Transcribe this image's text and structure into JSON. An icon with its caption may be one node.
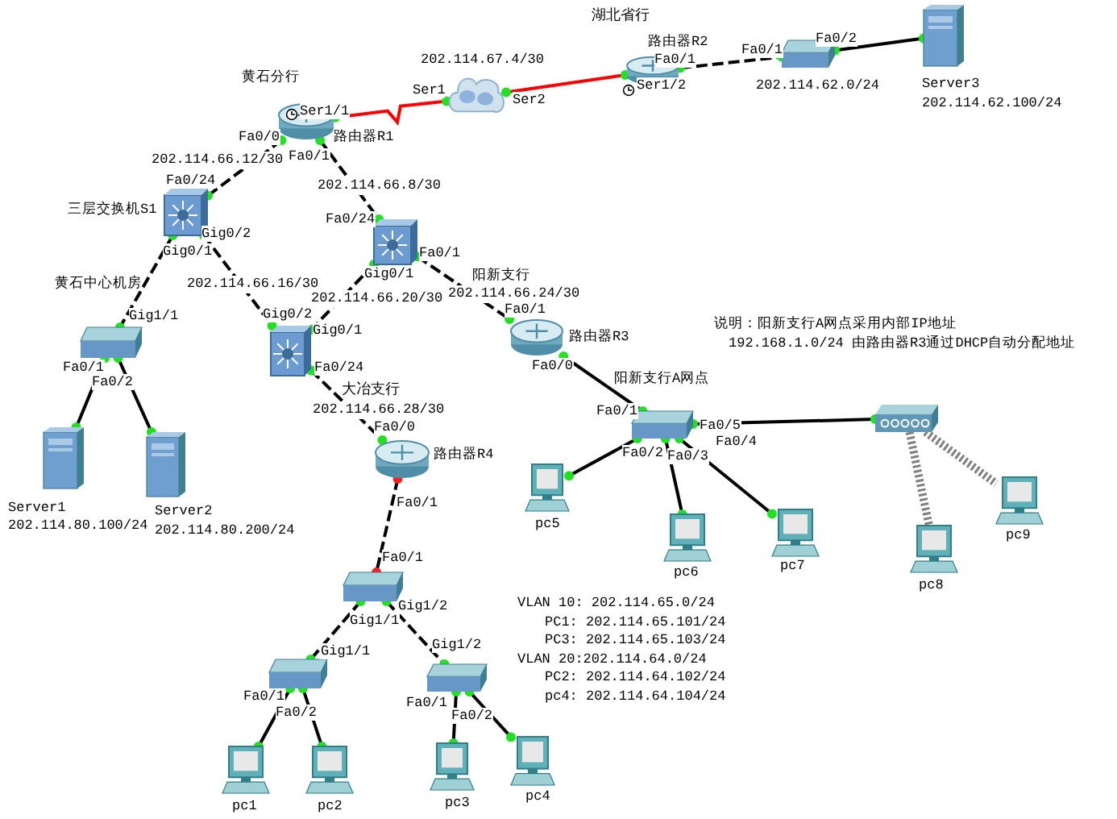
{
  "diagram": {
    "nodes": [
      {
        "text": [
          "黄石分行",
          "路由器R1"
        ]
      },
      {
        "text": [],
        "shape": "cloud"
      },
      {
        "text": [
          "路由器R2"
        ]
      },
      {
        "text": [],
        "shape": "picture"
      },
      {
        "text": [
          "Server3",
          "202.114.62.100/24"
        ]
      },
      {
        "text": [
          "三层交换机S1"
        ]
      },
      {
        "text": [],
        "shape": "picture"
      },
      {
        "text": [
          "黄石中心机房"
        ]
      },
      {
        "text": [
          "Server1",
          "202.114.80.100/24"
        ]
      },
      {
        "text": [
          "Server2",
          "202.114.80.200/24"
        ]
      },
      {
        "text": [],
        "shape": "picture"
      },
      {
        "text": [
          "阳新支行",
          "路由器R3"
        ]
      },
      {
        "text": [
          "阳新支行A网点"
        ]
      },
      {
        "text": [],
        "shape": "picture"
      },
      {
        "text": [
          "路由器R4"
        ]
      },
      {
        "text": [],
        "shape": "picture"
      },
      {
        "text": [],
        "shape": "picture"
      },
      {
        "text": [],
        "shape": "picture"
      },
      {
        "text": [
          "pc1"
        ]
      },
      {
        "text": [
          "pc2"
        ]
      },
      {
        "text": [
          "pc3"
        ]
      },
      {
        "text": [
          "pc4"
        ]
      },
      {
        "text": [
          "pc5"
        ]
      },
      {
        "text": [
          "pc6"
        ]
      },
      {
        "text": [
          "pc7"
        ]
      },
      {
        "text": [
          "pc8"
        ]
      },
      {
        "text": [
          "pc9"
        ]
      }
    ],
    "edges": [
      {
        "from": 0,
        "to": 1,
        "arrow": "none",
        "color": "#ff0000"
      },
      {
        "from": 1,
        "to": 2,
        "arrow": "none",
        "color": "#ff0000"
      },
      {
        "from": 2,
        "to": 3,
        "arrow": "none",
        "style": "dashed"
      },
      {
        "from": 3,
        "to": 4,
        "arrow": "none"
      },
      {
        "from": 0,
        "to": 5,
        "arrow": "none",
        "style": "dashed",
        "label": "202.114.66.12/30"
      },
      {
        "from": 0,
        "to": 6,
        "arrow": "none",
        "style": "dashed",
        "label": "202.114.66.8/30"
      },
      {
        "from": 5,
        "to": 7,
        "arrow": "none",
        "style": "dashed"
      },
      {
        "from": 5,
        "to": 10,
        "arrow": "none",
        "style": "dashed",
        "label": "202.114.66.16/30"
      },
      {
        "from": 6,
        "to": 10,
        "arrow": "none",
        "style": "dashed",
        "label": "202.114.66.20/30"
      },
      {
        "from": 6,
        "to": 11,
        "arrow": "none",
        "style": "dashed",
        "label": "202.114.66.24/30"
      },
      {
        "from": 7,
        "to": 8,
        "arrow": "none"
      },
      {
        "from": 7,
        "to": 9,
        "arrow": "none"
      },
      {
        "from": 10,
        "to": 14,
        "arrow": "none",
        "style": "dashed",
        "label": "202.114.66.28/30"
      },
      {
        "from": 11,
        "to": 12,
        "arrow": "none"
      },
      {
        "from": 12,
        "to": 22,
        "arrow": "none"
      },
      {
        "from": 12,
        "to": 23,
        "arrow": "none"
      },
      {
        "from": 12,
        "to": 24,
        "arrow": "none"
      },
      {
        "from": 12,
        "to": 13,
        "arrow": "none"
      },
      {
        "from": 13,
        "to": 25,
        "arrow": "none",
        "style": "dashed",
        "color": "#808080"
      },
      {
        "from": 13,
        "to": 26,
        "arrow": "none",
        "style": "dashed",
        "color": "#808080"
      },
      {
        "from": 14,
        "to": 15,
        "arrow": "none",
        "style": "dashed"
      },
      {
        "from": 15,
        "to": 16,
        "arrow": "none",
        "style": "dashed"
      },
      {
        "from": 15,
        "to": 17,
        "arrow": "none",
        "style": "dashed"
      },
      {
        "from": 16,
        "to": 18,
        "arrow": "none"
      },
      {
        "from": 16,
        "to": 19,
        "arrow": "none"
      },
      {
        "from": 17,
        "to": 20,
        "arrow": "none"
      },
      {
        "from": 17,
        "to": 21,
        "arrow": "none"
      }
    ],
    "labels": [
      "湖北省行",
      "202.114.67.4/30",
      "Ser1",
      "Ser2",
      "Ser1/1",
      "Ser1/2",
      "Fa0/1",
      "Fa0/1",
      "Fa0/2",
      "202.114.62.0/24",
      "Fa0/0",
      "Fa0/1",
      "Fa0/24",
      "Gig0/2",
      "Gig0/1",
      "Fa0/24",
      "Fa0/1",
      "Gig0/1",
      "Gig1/1",
      "Fa0/1",
      "Fa0/2",
      "Gig0/2",
      "Gig0/1",
      "Fa0/24",
      "Fa0/1",
      "Fa0/0",
      "Fa0/0",
      "Fa0/1",
      "Fa0/1",
      "Gig1/2",
      "Gig1/1",
      "Gig1/1",
      "Gig1/2",
      "Fa0/1",
      "Fa0/2",
      "Fa0/1",
      "Fa0/2",
      "Fa0/1",
      "Fa0/5",
      "Fa0/4",
      "Fa0/2",
      "Fa0/3",
      "说明：阳新支行A网点采用内部IP地址",
      "192.168.1.0/24 由路由器R3通过DHCP自动分配地址",
      "VLAN 10: 202.114.65.0/24",
      "PC1: 202.114.65.101/24",
      "PC3: 202.114.65.103/24",
      "VLAN 20:202.114.64.0/24",
      "PC2: 202.114.64.102/24",
      "pc4: 202.114.64.104/24",
      "大冶支行"
    ]
  }
}
